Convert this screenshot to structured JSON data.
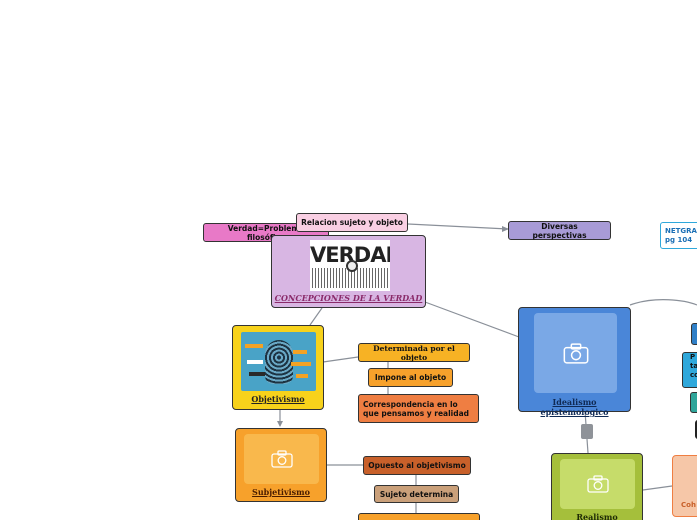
{
  "nodes": {
    "verdad_problema": "Verdad=Problema filosófico",
    "relacion": "Relacion sujeto y objeto",
    "diversas": "Diversas perspectivas",
    "netgraf": "NETGRA\npg 104",
    "central_logo": "VERDAD",
    "central_title": "CONCEPCIONES DE LA VERDAD",
    "objetivismo": "Objetivismo",
    "determinada": "Determinada por el objeto",
    "impone": "Impone al objeto",
    "correspondencia": "Correspondencia en lo que pensamos y realidad",
    "subjetivismo": "Subjetivismo",
    "opuesto": "Opuesto al objetivismo",
    "sujeto_determina": "Sujeto determina",
    "idealismo": "Idealismo epistemologico",
    "realismo": "Realismo",
    "right_p": "P",
    "right_ta": "ta",
    "right_co": "co",
    "coh": "Coh"
  },
  "colors": {
    "pink": "#e879c7",
    "light_pink": "#f9cfe3",
    "lavender_node": "#a89bd6",
    "central_bg": "#d8b6e3",
    "yellow": "#f7d21b",
    "orange": "#f7a12b",
    "brown_orange": "#c8602a",
    "tan": "#caa07a",
    "coral": "#ef7e42",
    "blue": "#4a86d8",
    "green": "#a5bf3b",
    "peach": "#f6c7a8",
    "teal": "#2fa59a",
    "cyan": "#2fa8db"
  },
  "icons": [
    "camera-icon"
  ]
}
